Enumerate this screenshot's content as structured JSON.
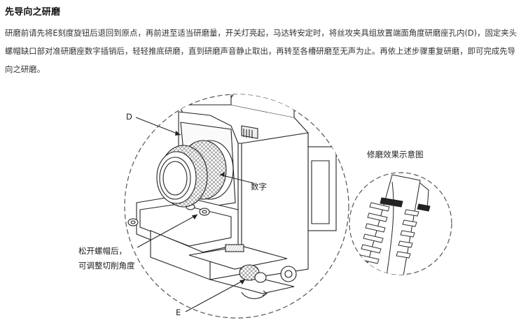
{
  "document": {
    "heading": "先导向之研磨",
    "paragraph": "研磨前请先将E刻度旋钮后退回到原点，再前进至适当研磨量，开关灯亮起，马达转安定时，将丝攻夹具组放置端面角度研磨座孔内(D)，固定夹头螺帽缺口部对准研磨座数字插销后，轻轻推底研磨，直到研磨声音静止取出，再转至各槽研磨至无声为止。再依上述步骤重复研磨，即可完成先导向之研磨。"
  },
  "figure": {
    "label_d": "D",
    "label_digits": "数字",
    "label_loosen_line1": "松开螺帽后，",
    "label_loosen_line2": "可调整切削角度",
    "label_e": "E",
    "detail_title": "修磨效果示意图"
  }
}
